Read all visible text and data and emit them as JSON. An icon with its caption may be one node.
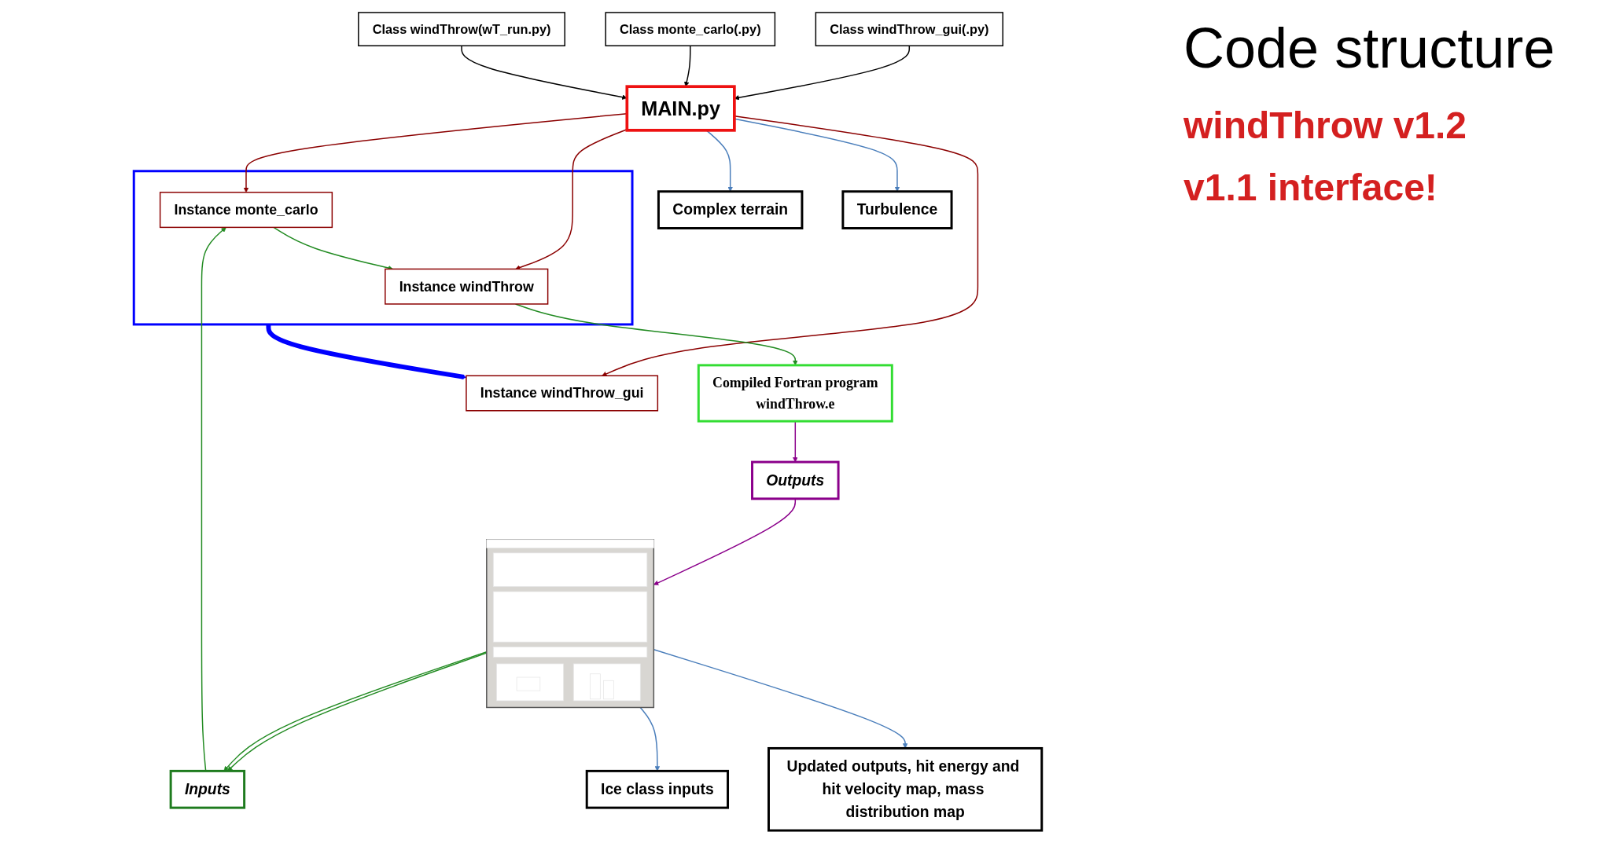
{
  "diagram": {
    "title": "Code structure",
    "nodes": [
      {
        "text": [
          "Class windThrow_gui(.py)"
        ]
      },
      {
        "text": [
          "Class monte_carlo(.py)"
        ]
      },
      {
        "text": [
          "Class windThrow(wT_run.py)"
        ]
      },
      {
        "text": [
          "MAIN.py"
        ]
      },
      {
        "text": [],
        "shape": "box"
      },
      {
        "text": [
          "Instance windThrow"
        ],
        "in": 4
      },
      {
        "text": [
          "Instance monte_carlo"
        ],
        "in": 4
      },
      {
        "text": [
          "Instance windThrow_gui"
        ]
      },
      {
        "text": [],
        "shape": "picture"
      },
      {
        "text": [
          "Compiled Fortran program",
          "windThrow.e"
        ]
      },
      {
        "text": [
          "Inputs"
        ]
      },
      {
        "text": [
          "Outputs"
        ]
      },
      {
        "text": [
          "Complex terrain"
        ]
      },
      {
        "text": [
          "Turbulence"
        ]
      },
      {
        "text": [
          "Ice class inputs"
        ]
      },
      {
        "text": [
          "Updated outputs, hit energy and hit velocity map, mass distribution map"
        ]
      }
    ],
    "edges": [
      {
        "from": 0,
        "to": 3,
        "arrow": "to",
        "color": "#000000"
      },
      {
        "from": 1,
        "to": 3,
        "arrow": "to",
        "color": "#000000"
      },
      {
        "from": 2,
        "to": 3,
        "arrow": "to",
        "color": "#000000"
      },
      {
        "from": 3,
        "to": 6,
        "arrow": "to",
        "color": "#8b0000"
      },
      {
        "from": 3,
        "to": 5,
        "arrow": "to",
        "color": "#8b0000"
      },
      {
        "from": 3,
        "to": 7,
        "arrow": "to",
        "color": "#8b0000"
      },
      {
        "from": 4,
        "to": 7,
        "arrow": "to",
        "style": "thick",
        "color": "#0000ff"
      },
      {
        "from": 6,
        "to": 5,
        "arrow": "to",
        "color": "#228b22"
      },
      {
        "from": 10,
        "to": 6,
        "arrow": "to",
        "color": "#228b22"
      },
      {
        "from": 5,
        "to": 9,
        "arrow": "to",
        "color": "#228b22"
      },
      {
        "from": 8,
        "to": 10,
        "arrow": "to",
        "color": "#228b22"
      },
      {
        "from": 8,
        "to": 10,
        "arrow": "to",
        "color": "#228b22"
      },
      {
        "from": 9,
        "to": 11,
        "arrow": "to",
        "color": "#8b008b"
      },
      {
        "from": 11,
        "to": 8,
        "arrow": "to",
        "color": "#8b008b"
      },
      {
        "from": 3,
        "to": 12,
        "arrow": "to",
        "color": "#4a7ebb"
      },
      {
        "from": 3,
        "to": 13,
        "arrow": "to",
        "color": "#4a7ebb"
      },
      {
        "from": 8,
        "to": 14,
        "arrow": "to",
        "color": "#4a7ebb"
      },
      {
        "from": 8,
        "to": 15,
        "arrow": "to",
        "color": "#4a7ebb"
      }
    ],
    "labels": [
      "windThrow v1.2",
      "v1.1 interface!"
    ]
  }
}
